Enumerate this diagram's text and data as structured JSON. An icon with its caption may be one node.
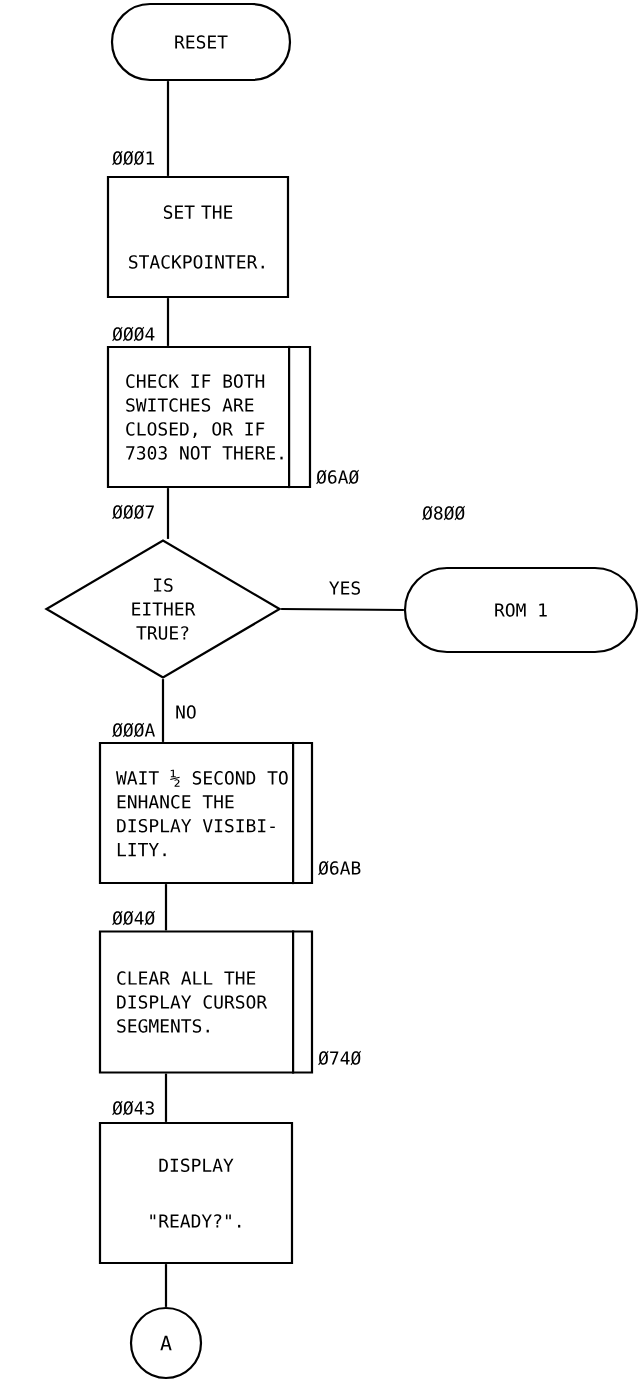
{
  "diagram": {
    "nodes": [
      {
        "text": [
          "RESET"
        ]
      },
      {
        "text": [
          "SET THE STACKPOINTER."
        ],
        "beside": [
          "ØØØ1"
        ]
      },
      {
        "text": [
          "CHECK IF BOTH SWITCHES ARE CLOSED, OR IF 7303 NOT THERE."
        ],
        "beside": [
          "ØØØ4",
          "Ø6AØ"
        ]
      },
      {
        "text": [
          "IS EITHER TRUE?"
        ],
        "beside": [
          "ØØØ7"
        ]
      },
      {
        "text": [
          "ROM 1"
        ],
        "beside": [
          "Ø8ØØ"
        ]
      },
      {
        "text": [
          "WAIT ½ SECOND TO ENHANCE THE DISPLAY VISIBI- LITY."
        ],
        "beside": [
          "ØØØA",
          "Ø6AB"
        ]
      },
      {
        "text": [
          "CLEAR ALL THE DISPLAY CURSOR SEGMENTS."
        ],
        "beside": [
          "ØØ4Ø",
          "Ø74Ø"
        ]
      },
      {
        "text": [
          "DISPLAY \"READY?\"."
        ],
        "beside": [
          "ØØ43"
        ]
      },
      {
        "text": [
          "A"
        ]
      }
    ],
    "edges": [
      {
        "from": 0,
        "to": 1,
        "arrow": "none"
      },
      {
        "from": 1,
        "to": 2,
        "arrow": "none"
      },
      {
        "from": 2,
        "to": 3,
        "arrow": "none"
      },
      {
        "from": 3,
        "to": 4,
        "label": "YES",
        "arrow": "none"
      },
      {
        "from": 3,
        "to": 5,
        "label": "NO",
        "arrow": "none"
      },
      {
        "from": 5,
        "to": 6,
        "arrow": "none"
      },
      {
        "from": 6,
        "to": 7,
        "arrow": "none"
      },
      {
        "from": 7,
        "to": 8,
        "arrow": "none"
      }
    ]
  }
}
